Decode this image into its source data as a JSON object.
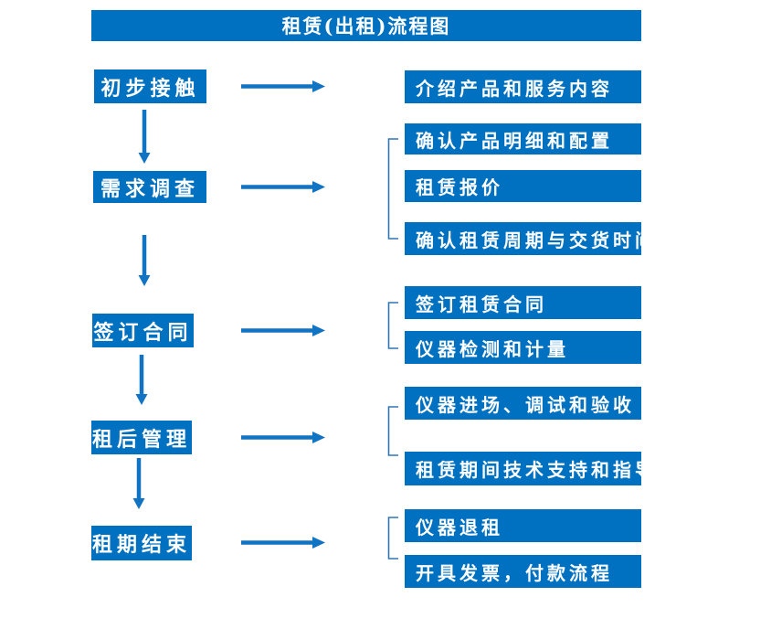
{
  "title": "租赁(出租)流程图",
  "colors": {
    "primary": "#0070C0",
    "arrow": "#1173C4",
    "bracket": "#2E75B6",
    "text": "#FFFFFF",
    "background": "#FFFFFF"
  },
  "stages": [
    {
      "label": "初步接触",
      "details": [
        "介绍产品和服务内容"
      ]
    },
    {
      "label": "需求调查",
      "details": [
        "确认产品明细和配置",
        "租赁报价",
        "确认租赁周期与交货时间"
      ]
    },
    {
      "label": "签订合同",
      "details": [
        "签订租赁合同",
        "仪器检测和计量"
      ]
    },
    {
      "label": "租后管理",
      "details": [
        "仪器进场、调试和验收",
        "租赁期间技术支持和指导"
      ]
    },
    {
      "label": "租期结束",
      "details": [
        "仪器退租",
        "开具发票，付款流程"
      ]
    }
  ]
}
